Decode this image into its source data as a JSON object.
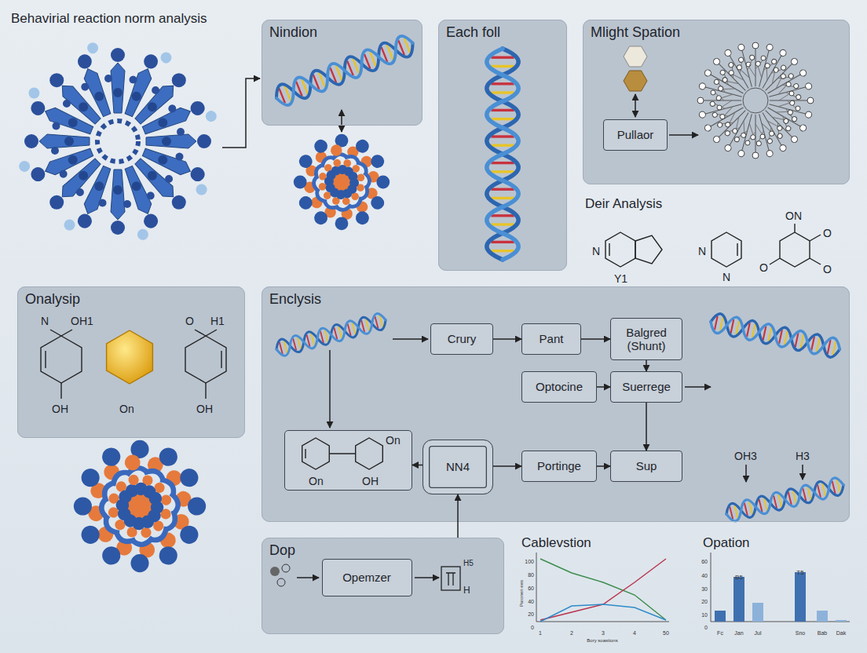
{
  "diagram": {
    "title": "Behavirial reaction norm analysis",
    "nodes": [
      {
        "text": [
          "Nindion"
        ]
      },
      {
        "text": [
          "Each foll"
        ]
      },
      {
        "text": [
          "Mlight Spation"
        ]
      },
      {
        "text": [
          "Pullaor"
        ],
        "in": 2
      },
      {
        "text": [
          "Onalysip"
        ]
      },
      {
        "text": [
          "Enclysis"
        ]
      },
      {
        "text": [
          "Crury"
        ],
        "in": 5
      },
      {
        "text": [
          "Pant"
        ],
        "in": 5
      },
      {
        "text": [
          "Balgred (Shunt)"
        ],
        "in": 5
      },
      {
        "text": [
          "Optocine"
        ],
        "in": 5
      },
      {
        "text": [
          "Suerrege"
        ],
        "in": 5
      },
      {
        "text": [
          "NN4"
        ],
        "in": 5
      },
      {
        "text": [
          "On",
          "On",
          "OH"
        ],
        "in": 5
      },
      {
        "text": [
          "Portinge"
        ],
        "in": 5
      },
      {
        "text": [
          "Sup"
        ],
        "in": 5
      },
      {
        "text": [
          "Dop"
        ]
      },
      {
        "text": [
          "Opemzer"
        ],
        "in": 15
      }
    ],
    "edges": [
      {
        "from": 6,
        "to": 7,
        "arrow": "to"
      },
      {
        "from": 7,
        "to": 8,
        "arrow": "to"
      },
      {
        "from": 8,
        "to": 10,
        "arrow": "to"
      },
      {
        "from": 9,
        "to": 10,
        "arrow": "to"
      },
      {
        "from": 10,
        "to": 14,
        "arrow": "to"
      },
      {
        "from": 11,
        "to": 13,
        "arrow": "to"
      },
      {
        "from": 13,
        "to": 14,
        "arrow": "to"
      },
      {
        "from": 11,
        "to": 12,
        "arrow": "to"
      },
      {
        "from": 15,
        "to": 11,
        "arrow": "to"
      }
    ],
    "labels": [
      "Deir Analysis",
      "N",
      "Y1",
      "N",
      "N",
      "ON",
      "O",
      "O",
      "O",
      "N",
      "OH1",
      "OH",
      "On",
      "O",
      "H1",
      "OH",
      "OH3",
      "H3",
      "H5",
      "H",
      "Cablevstion",
      "Paronen ees",
      "Bory soastions",
      "100",
      "80",
      "60",
      "40",
      "20",
      "0",
      "1",
      "2",
      "3",
      "4",
      "50",
      "Opation",
      "60",
      "40",
      "30",
      "20",
      "10",
      "0",
      "B5",
      "T5",
      "Fc",
      "Jan",
      "Jul",
      "Sno",
      "Bab",
      "Dak"
    ]
  }
}
